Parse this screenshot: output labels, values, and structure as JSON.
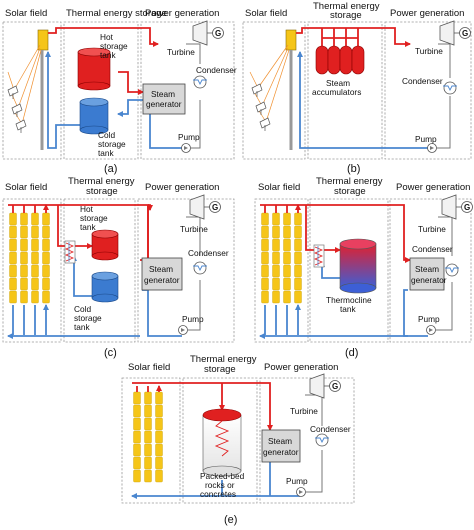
{
  "headers": {
    "solar_field": "Solar field",
    "tes": "Thermal energy storage",
    "tes_line1": "Thermal energy",
    "tes_line2": "storage",
    "power_generation": "Power generation"
  },
  "components": {
    "turbine": "Turbine",
    "generator_symbol": "G",
    "condenser": "Condenser",
    "pump": "Pump",
    "steam_generator_line1": "Steam",
    "steam_generator_line2": "generator"
  },
  "panels": [
    {
      "label": "(a)",
      "storage_labels": [
        "Hot storage tank",
        "Cold storage tank"
      ],
      "hot_tank": [
        "Hot",
        "storage",
        "tank"
      ],
      "cold_tank": [
        "Cold",
        "storage",
        "tank"
      ]
    },
    {
      "label": "(b)",
      "storage_labels": [
        "Steam accumulators"
      ],
      "accumulator": [
        "Steam",
        "accumulators"
      ]
    },
    {
      "label": "(c)",
      "storage_labels": [
        "Hot storage tank",
        "Cold storage tank"
      ],
      "hot_tank": [
        "Hot",
        "storage",
        "tank"
      ],
      "cold_tank": [
        "Cold",
        "storage",
        "tank"
      ]
    },
    {
      "label": "(d)",
      "storage_labels": [
        "Thermocline tank"
      ],
      "thermocline": [
        "Thermocline",
        "tank"
      ]
    },
    {
      "label": "(e)",
      "storage_labels": [
        "Packed-bed rocks or concretes"
      ],
      "packed_bed": [
        "Packed-bed",
        "rocks or",
        "concretes"
      ]
    }
  ],
  "colors": {
    "hot_fluid": "#e02020",
    "cold_fluid": "#4a86cf",
    "collector": "#f5c518",
    "box_border": "#9a9a9a",
    "steam_generator_fill": "#d8d8d8"
  },
  "icons": [
    "mirror-icon",
    "tower-receiver-icon",
    "collector-row-icon",
    "turbine-icon",
    "generator-icon",
    "condenser-icon",
    "pump-icon",
    "heat-exchanger-icon"
  ]
}
